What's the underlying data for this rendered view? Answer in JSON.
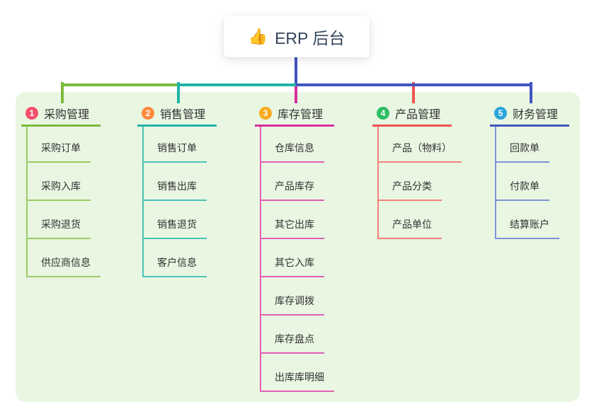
{
  "root": {
    "icon": "👍",
    "label": "ERP 后台"
  },
  "branches": [
    {
      "badge": "1",
      "label": "采购管理",
      "badge_color": "#f4516c",
      "line_color": "#7cb93e",
      "child_line_color": "#9ccc65",
      "children": [
        "采购订单",
        "采购入库",
        "采购退货",
        "供应商信息"
      ]
    },
    {
      "badge": "2",
      "label": "销售管理",
      "badge_color": "#ff8a3d",
      "line_color": "#1fb3a7",
      "child_line_color": "#49c2b6",
      "children": [
        "销售订单",
        "销售出库",
        "销售退货",
        "客户信息"
      ]
    },
    {
      "badge": "3",
      "label": "库存管理",
      "badge_color": "#fbab1d",
      "line_color": "#d62f9d",
      "child_line_color": "#e160b4",
      "children": [
        "仓库信息",
        "产品库存",
        "其它出库",
        "其它入库",
        "库存调拨",
        "库存盘点",
        "出库库明细"
      ]
    },
    {
      "badge": "4",
      "label": "产品管理",
      "badge_color": "#2ebd62",
      "line_color": "#f05350",
      "child_line_color": "#f58078",
      "children": [
        "产品（物料）",
        "产品分类",
        "产品单位"
      ]
    },
    {
      "badge": "5",
      "label": "财务管理",
      "badge_color": "#2aa5dc",
      "line_color": "#4055c0",
      "child_line_color": "#7e92d8",
      "children": [
        "回款单",
        "付款单",
        "结算账户"
      ]
    }
  ],
  "colors": {
    "panel_bg": "#e9f6e2",
    "root_connector": "#4055c0",
    "text": "#333333",
    "root_text": "#35455d"
  }
}
